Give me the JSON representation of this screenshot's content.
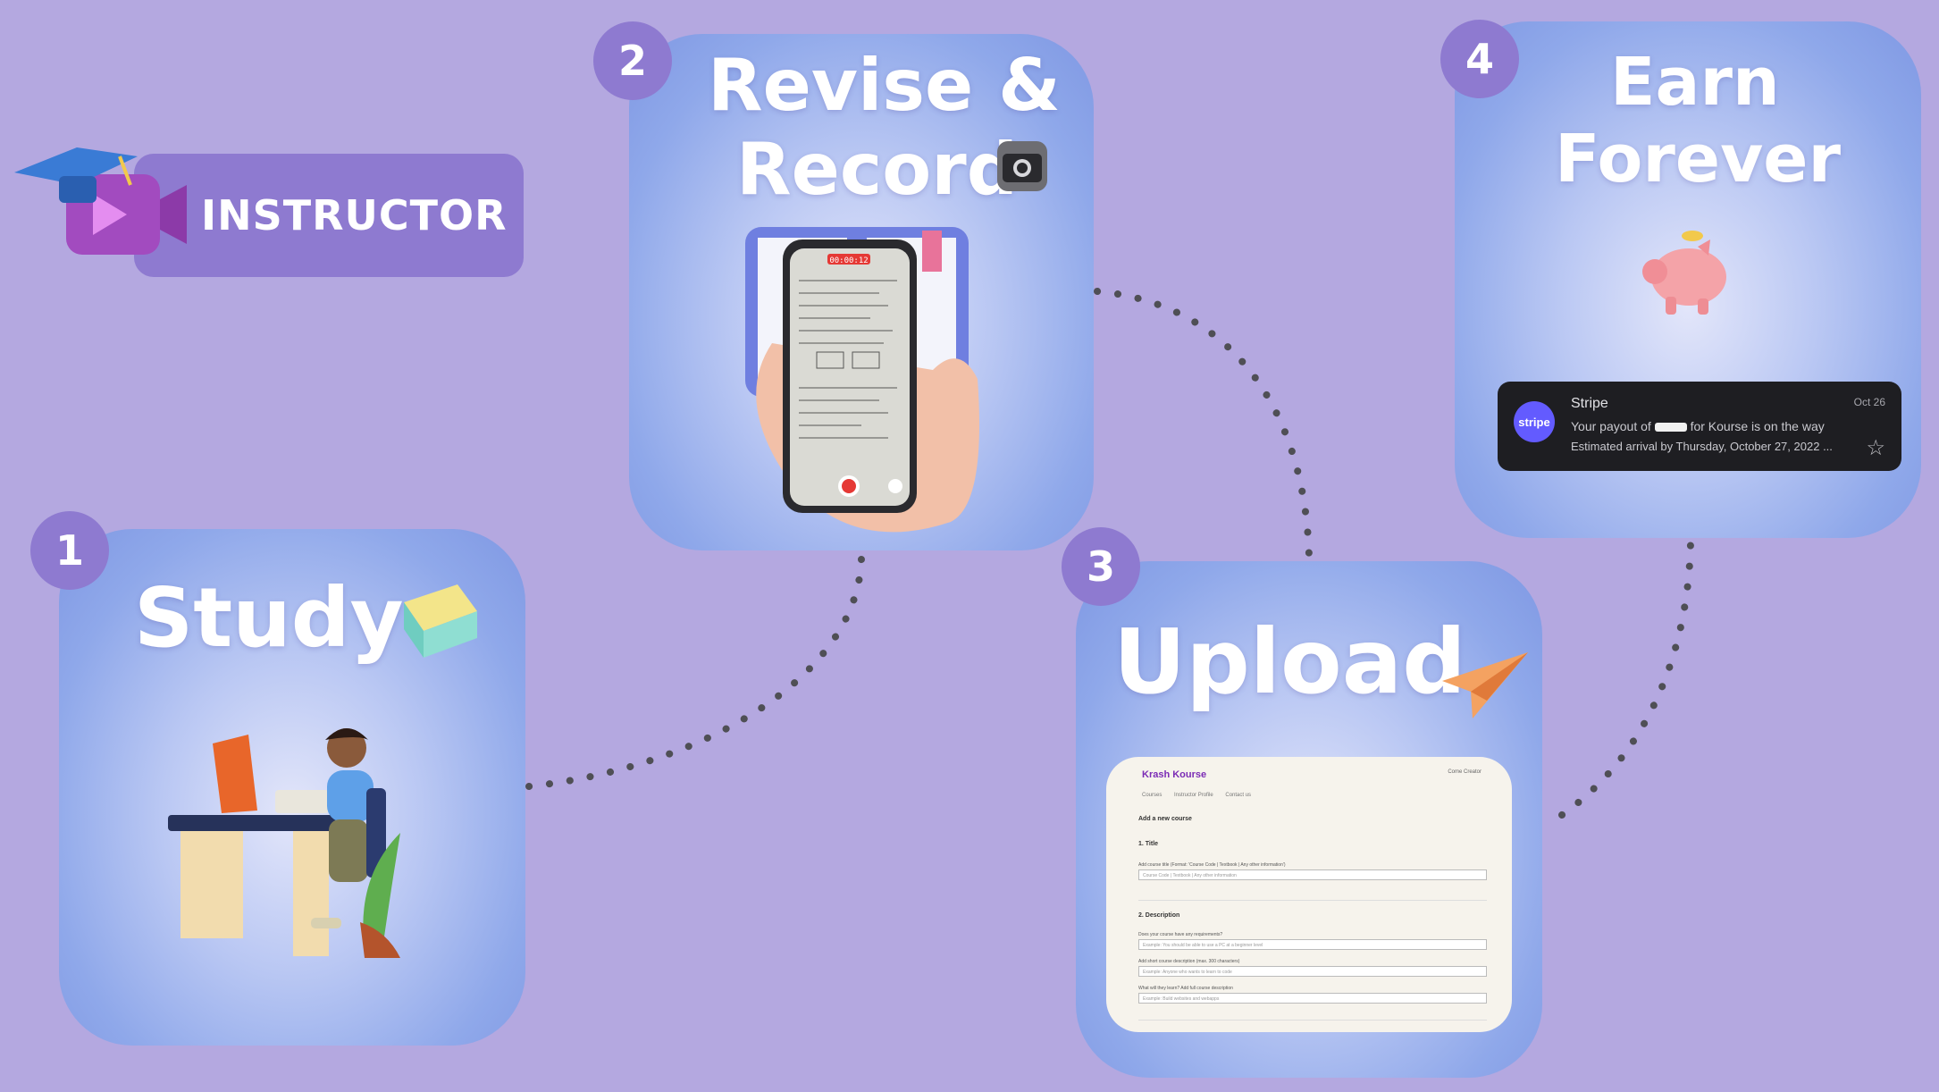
{
  "brand": {
    "instructor_label": "INSTRUCTOR"
  },
  "steps": [
    {
      "number": "1",
      "title": "Study"
    },
    {
      "number": "2",
      "title_line1": "Revise &",
      "title_line2": "Record"
    },
    {
      "number": "3",
      "title": "Upload"
    },
    {
      "number": "4",
      "title_line1": "Earn",
      "title_line2": "Forever"
    }
  ],
  "phone": {
    "timer": "00:00:12"
  },
  "notification": {
    "logo_text": "stripe",
    "sender": "Stripe",
    "date": "Oct 26",
    "line1_prefix": "Your payout of",
    "line1_suffix": "for Kourse is on the way",
    "line2": "Estimated arrival by Thursday, October 27, 2022",
    "ellipsis": "...",
    "star": "☆"
  },
  "form": {
    "brand": "Krash Kourse",
    "user": "Come Creator",
    "nav": [
      "Courses",
      "Instructor Profile",
      "Contact us"
    ],
    "heading": "Add a new course",
    "section1": "1. Title",
    "title_label": "Add course title (Format: 'Course Code | Textbook | Any other information')",
    "title_placeholder": "Course Code | Textbook | Any other information",
    "section2": "2. Description",
    "req_label": "Does your course have any requirements?",
    "req_placeholder": "Example: You should be able to use a PC at a beginner level",
    "short_label": "Add short course description (max. 300 characters)",
    "short_placeholder": "Example: Anyone who wants to learn to code",
    "learn_label": "What will they learn? Add full course description",
    "learn_placeholder": "Example: Build websites and webapps"
  },
  "colors": {
    "background": "#b4a8e0",
    "badge": "#8e7ad0",
    "card_edge": "#7f98e3",
    "notification_bg": "#1e1e22",
    "stripe": "#635bff"
  }
}
